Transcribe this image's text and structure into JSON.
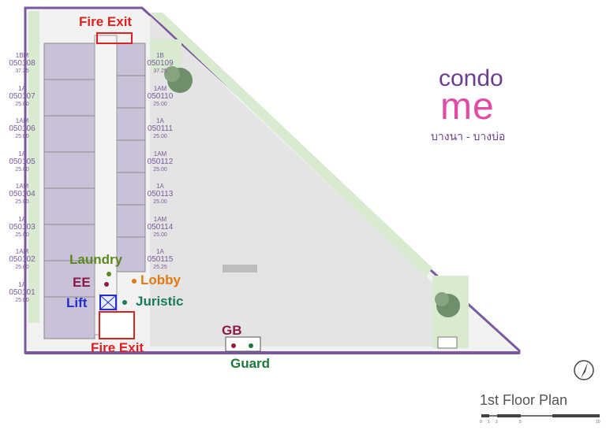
{
  "left_units": [
    {
      "type": "1BM",
      "code": "050108",
      "area": "37.25"
    },
    {
      "type": "1A",
      "code": "050107",
      "area": "25.00"
    },
    {
      "type": "1AM",
      "code": "050106",
      "area": "25.00"
    },
    {
      "type": "1A",
      "code": "050105",
      "area": "25.00"
    },
    {
      "type": "1AM",
      "code": "050104",
      "area": "25.00"
    },
    {
      "type": "1A",
      "code": "050103",
      "area": "25.00"
    },
    {
      "type": "1AM",
      "code": "050102",
      "area": "25.00"
    },
    {
      "type": "1A",
      "code": "050101",
      "area": "25.00"
    }
  ],
  "right_units": [
    {
      "type": "1B",
      "code": "050109",
      "area": "37.25"
    },
    {
      "type": "1AM",
      "code": "050110",
      "area": "25.00"
    },
    {
      "type": "1A",
      "code": "050111",
      "area": "25.00"
    },
    {
      "type": "1AM",
      "code": "050112",
      "area": "25.00"
    },
    {
      "type": "1A",
      "code": "050113",
      "area": "25.00"
    },
    {
      "type": "1AM",
      "code": "050114",
      "area": "25.00"
    },
    {
      "type": "1A",
      "code": "050115",
      "area": "25.25"
    }
  ],
  "labels": {
    "fire_exit_top": "Fire Exit",
    "fire_exit_bottom": "Fire Exit",
    "laundry": "Laundry",
    "ee": "EE",
    "lobby": "Lobby",
    "lift": "Lift",
    "juristic": "Juristic",
    "gb": "GB",
    "guard": "Guard"
  },
  "brand": {
    "line1": "condo",
    "line2": "me",
    "line3": "บางนา - บางบ่อ"
  },
  "plan_title": "1st Floor Plan",
  "scale_ticks": [
    "0",
    "1",
    "2",
    "5",
    "10"
  ],
  "colors": {
    "fire_exit": "#e02020",
    "laundry": "#5a8a1e",
    "ee": "#8b1a4a",
    "lobby": "#e07a10",
    "lift": "#2030d0",
    "juristic": "#1a7a5a",
    "gb": "#8b1a4a",
    "guard": "#1a7a3a",
    "unit_text": "#7a5a9c",
    "brand_purple": "#6b3e8f",
    "brand_pink": "#e14aa5"
  },
  "icons": [
    "north-arrow-icon",
    "tree-icon"
  ]
}
